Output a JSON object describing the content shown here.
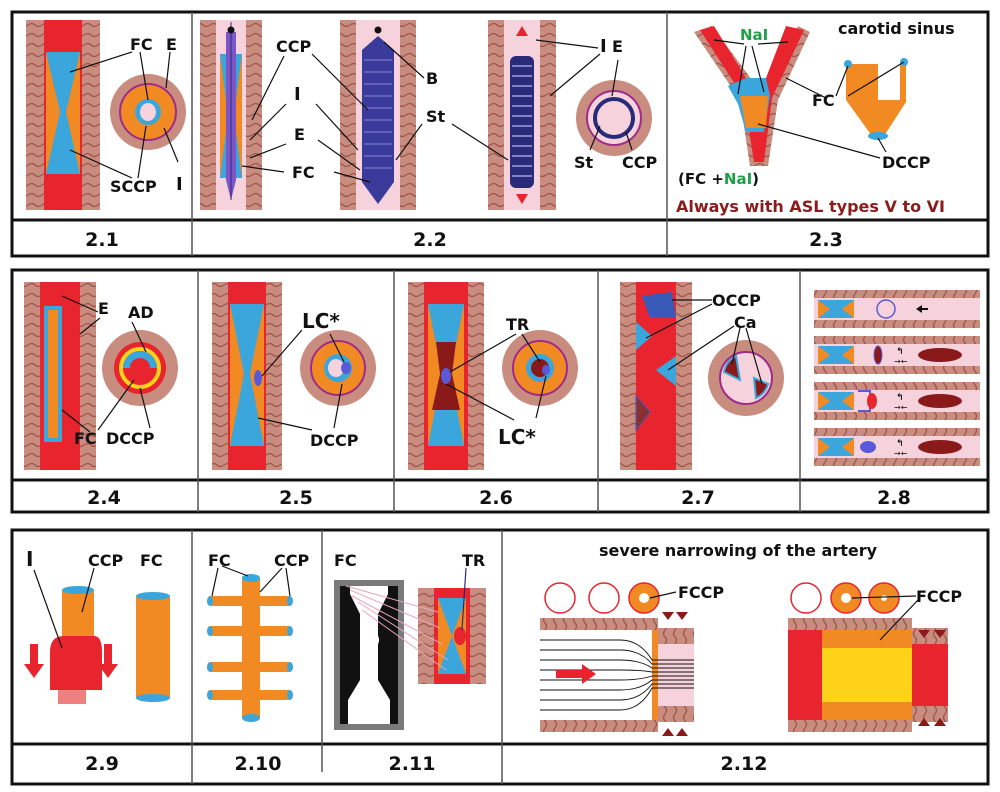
{
  "row1": {
    "p1": {
      "caption": "2.1",
      "labels": {
        "fc": "FC",
        "e": "E",
        "sccp": "SCCP",
        "i": "I"
      }
    },
    "p2": {
      "caption": "2.2",
      "labels": {
        "ccp": "CCP",
        "i": "I",
        "e": "E",
        "fc": "FC",
        "b": "B",
        "st": "St",
        "i2": "I",
        "e2": "E",
        "st2": "St",
        "ccp2": "CCP"
      }
    },
    "p3": {
      "caption": "2.3",
      "labels": {
        "title": "carotid sinus",
        "nai": "NaI",
        "fc": "FC",
        "dccp": "DCCP",
        "formula_pre": "(FC +",
        "formula_nai": "NaI",
        "formula_post": ")",
        "asl": "Always with ASL types V to VI"
      }
    }
  },
  "row2": {
    "p4": {
      "caption": "2.4",
      "labels": {
        "e": "E",
        "ad": "AD",
        "fc": "FC",
        "dccp": "DCCP"
      }
    },
    "p5": {
      "caption": "2.5",
      "labels": {
        "lc": "LC*",
        "dccp": "DCCP"
      }
    },
    "p6": {
      "caption": "2.6",
      "labels": {
        "tr": "TR",
        "lc": "LC*"
      }
    },
    "p7": {
      "caption": "2.7",
      "labels": {
        "occp": "OCCP",
        "ca": "Ca"
      }
    },
    "p8": {
      "caption": "2.8"
    }
  },
  "row3": {
    "p9": {
      "caption": "2.9",
      "labels": {
        "i": "I",
        "ccp": "CCP",
        "fc": "FC"
      }
    },
    "p10": {
      "caption": "2.10",
      "labels": {
        "fc": "FC",
        "ccp": "CCP"
      }
    },
    "p11": {
      "caption": "2.11",
      "labels": {
        "fc": "FC",
        "tr": "TR"
      }
    },
    "p12": {
      "caption": "2.12",
      "labels": {
        "title": "severe narrowing of the artery",
        "fccp": "FCCP",
        "fccp2": "FCCP"
      }
    }
  },
  "colors": {
    "wall": "#c58a7e",
    "wall_line": "#a0544b",
    "lumen": "#e8242e",
    "plaque": "#f28a24",
    "fibrous_cap": "#3aa6dc",
    "pink": "#f6d3dc",
    "stent": "#2a2a7a",
    "purple": "#7d55c7",
    "nai": "#1fa046",
    "asl": "#8a1c1c",
    "yellow": "#ffd21a",
    "dark_red": "#8a1a1a"
  }
}
